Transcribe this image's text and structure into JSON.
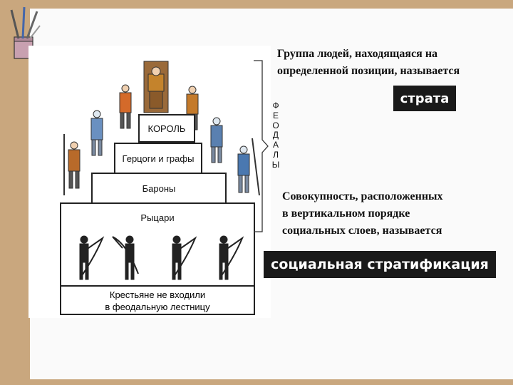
{
  "pyramid": {
    "tiers": [
      {
        "label": "КОРОЛЬ"
      },
      {
        "label": "Герцоги и графы"
      },
      {
        "label": "Бароны"
      },
      {
        "label": "Рыцари"
      }
    ],
    "peasants_caption": "Крестьяне не входили\nв феодальную лестницу",
    "feudal_label": "Ф\nЕ\nО\nД\nА\nЛ\nЫ"
  },
  "question1": {
    "text": "Группа людей, находящаяся на\nопределенной позиции, называется",
    "answer": "страта"
  },
  "question2": {
    "text": "Совокупность, расположенных\nв вертикальном порядке\nсоциальных слоев, называется",
    "answer": "социальная стратификация"
  },
  "colors": {
    "background": "#c9a77e",
    "answer_bg": "#1a1a1a",
    "answer_text": "#ffffff"
  }
}
